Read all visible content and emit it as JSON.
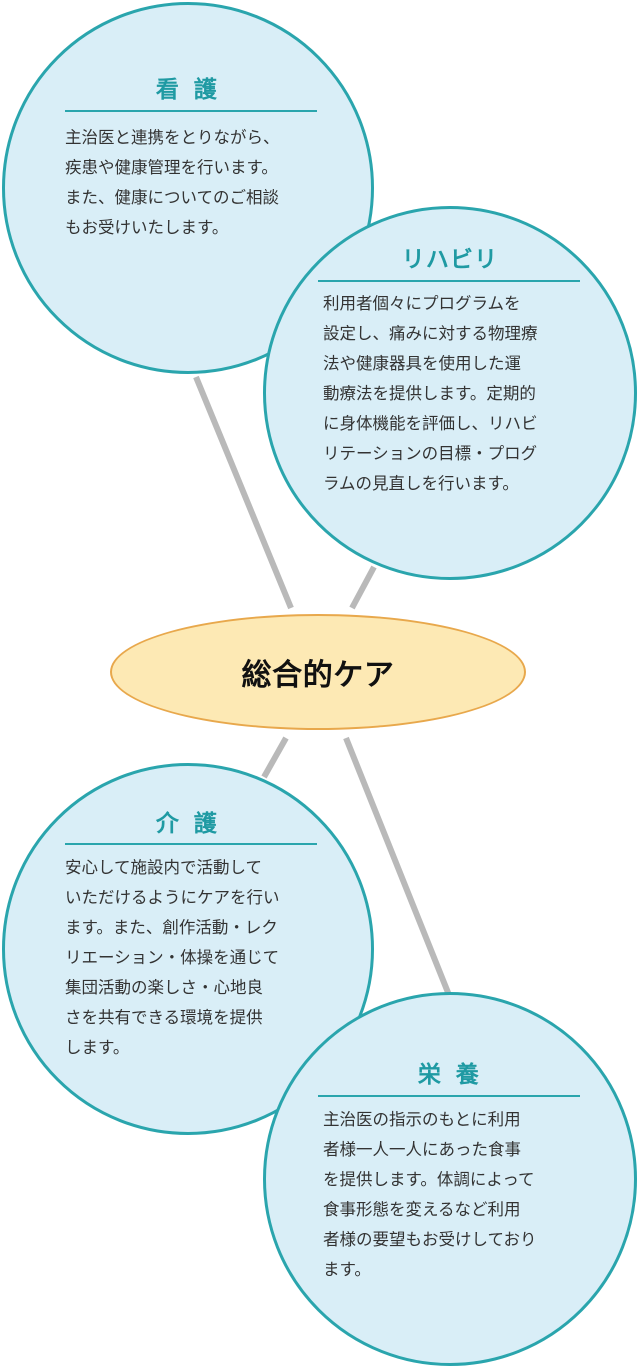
{
  "center": {
    "label": "総合的ケア"
  },
  "nodes": {
    "kango": {
      "title": "看 護",
      "lines": [
        "主治医と連携をとりながら、",
        "疾患や健康管理を行います。",
        "また、健康についてのご相談",
        "もお受けいたします。"
      ]
    },
    "rehab": {
      "title": "リハビリ",
      "lines": [
        "利用者個々にプログラムを",
        "設定し、痛みに対する物理療",
        "法や健康器具を使用した運",
        "動療法を提供します。定期的",
        "に身体機能を評価し、リハビ",
        "リテーションの目標・プログ",
        "ラムの見直しを行います。"
      ]
    },
    "kaigo": {
      "title": "介 護",
      "lines": [
        "安心して施設内で活動して",
        "いただけるようにケアを行い",
        "ます。また、創作活動・レク",
        "リエーション・体操を通じて",
        "集団活動の楽しさ・心地良",
        "さを共有できる環境を提供",
        "します。"
      ]
    },
    "eiyo": {
      "title": "栄 養",
      "lines": [
        "主治医の指示のもとに利用",
        "者様一人一人にあった食事",
        "を提供します。体調によって",
        "食事形態を変えるなど利用",
        "者様の要望もお受けしており",
        "ます。"
      ]
    }
  },
  "colors": {
    "bubble_fill": "#d9eef7",
    "bubble_border": "#2aa5ad",
    "title_color": "#1f9aa3",
    "center_fill": "#fde9b4",
    "center_border": "#e8a84c",
    "connector": "#b9b9b9",
    "body_text": "#333333"
  }
}
